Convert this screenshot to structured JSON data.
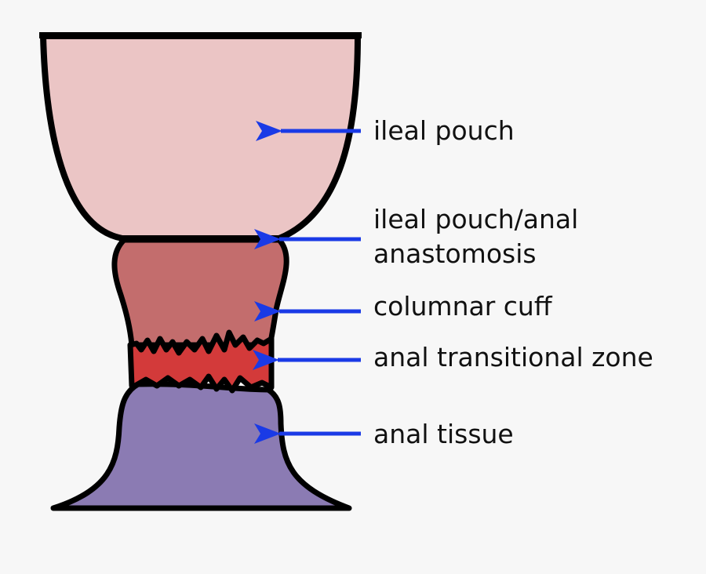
{
  "diagram": {
    "labels": {
      "ileal_pouch": "ileal pouch",
      "anastomosis_line1": "ileal pouch/anal",
      "anastomosis_line2": "anastomosis",
      "columnar_cuff": "columnar cuff",
      "transitional_zone": "anal transitional zone",
      "anal_tissue": "anal tissue"
    },
    "colors": {
      "background": "#f7f7f7",
      "ileal_pouch": "#ebc5c5",
      "columnar_cuff": "#c36d6d",
      "transitional_zone": "#d33a3a",
      "anal_tissue": "#8b7bb3",
      "outline": "#000000",
      "arrow": "#1a3ae6"
    }
  }
}
